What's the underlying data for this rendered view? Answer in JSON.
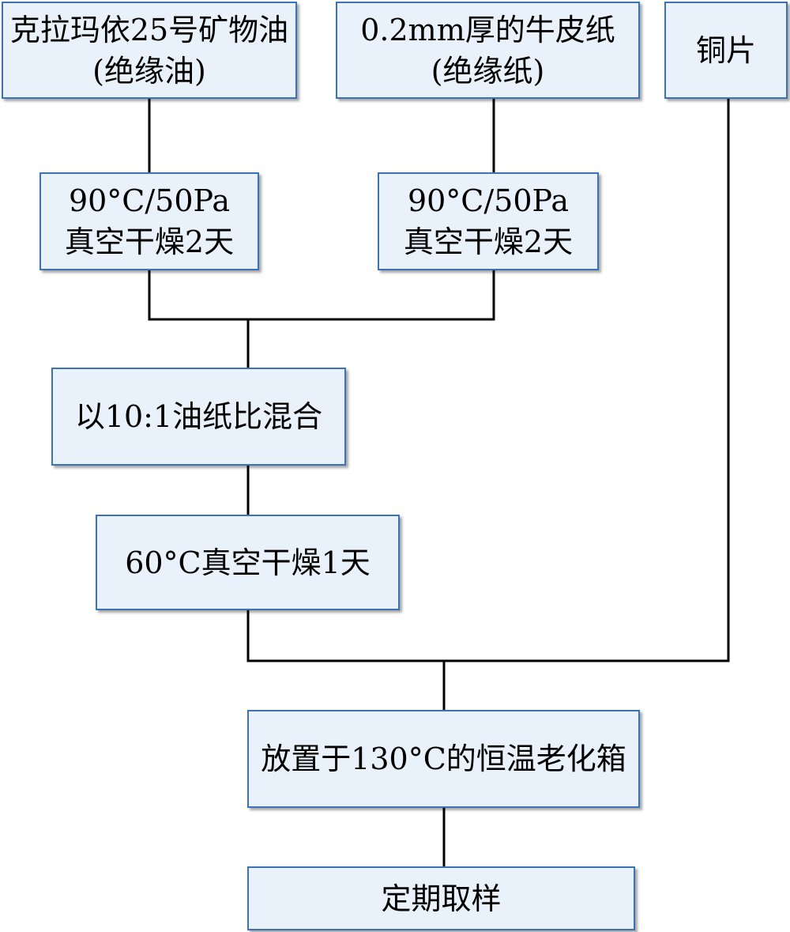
{
  "diagram": {
    "colors": {
      "box_fill": "#e9f2fb",
      "box_border": "#3b73b9",
      "connector": "#000000",
      "text": "#000000"
    },
    "nodes": {
      "oil": {
        "line1": "克拉玛依25号矿物油",
        "line2": "(绝缘油)"
      },
      "paper": {
        "line1": "0.2mm厚的牛皮纸",
        "line2": "(绝缘纸)"
      },
      "copper": {
        "line1": "铜片"
      },
      "oil_dry": {
        "line1": "90°C/50Pa",
        "line2": "真空干燥2天"
      },
      "paper_dry": {
        "line1": "90°C/50Pa",
        "line2": "真空干燥2天"
      },
      "mix": {
        "line1": "以10:1油纸比混合"
      },
      "mix_dry": {
        "line1": "60°C真空干燥1天"
      },
      "aging": {
        "line1": "放置于130°C的恒温老化箱"
      },
      "sampling": {
        "line1": "定期取样"
      }
    }
  }
}
